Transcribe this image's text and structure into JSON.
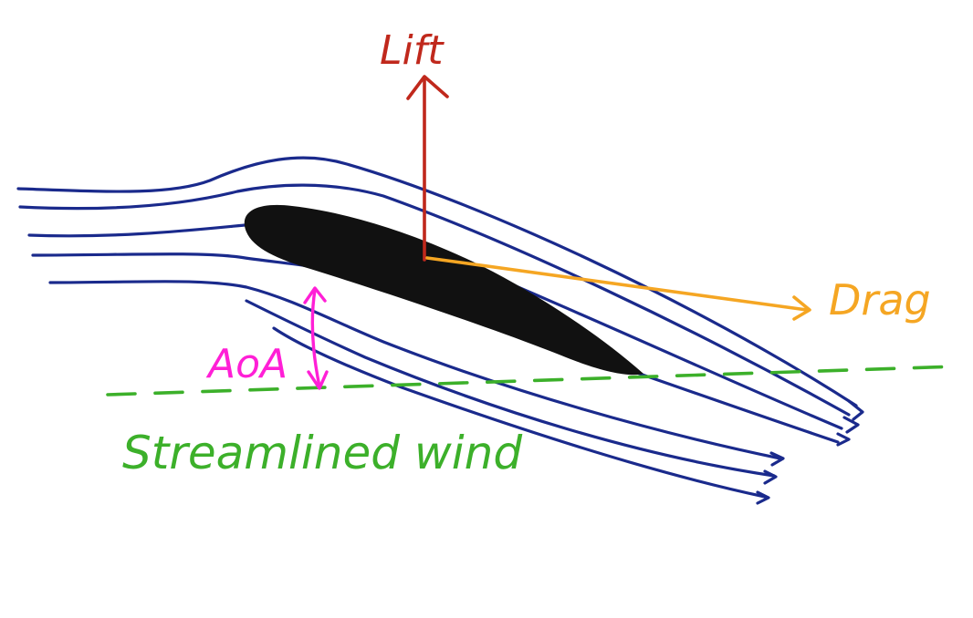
{
  "labels": {
    "lift": "Lift",
    "drag": "Drag",
    "aoa": "AoA",
    "wind": "Streamlined wind"
  },
  "colors": {
    "background": "#ffffff",
    "streamlines": "#1a2a8c",
    "airfoil": "#111111",
    "lift": "#c0281c",
    "drag": "#f5a623",
    "aoa": "#ff1fd6",
    "wind": "#3cb02a"
  }
}
